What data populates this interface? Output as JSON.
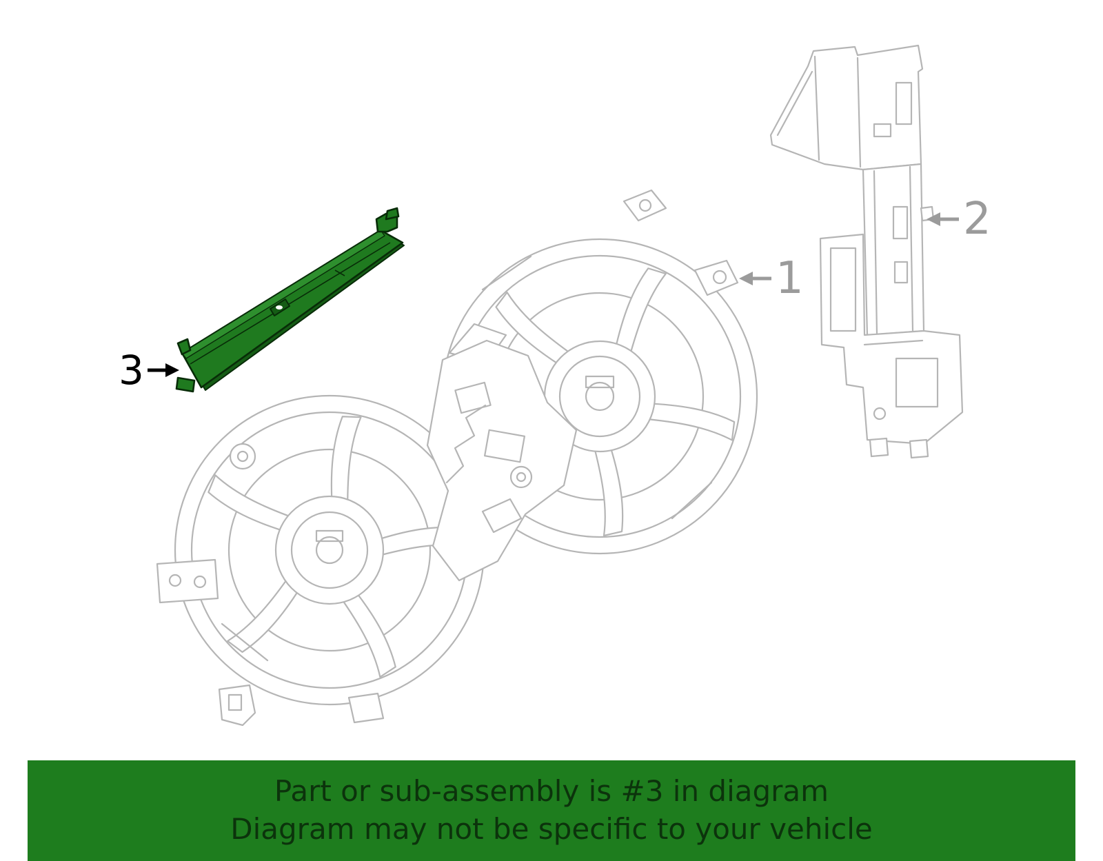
{
  "diagram": {
    "callouts": [
      {
        "label": "1"
      },
      {
        "label": "2"
      },
      {
        "label": "3"
      }
    ],
    "highlighted_part": "3"
  },
  "banner": {
    "line1": "Part or sub-assembly is #3 in diagram",
    "line2": "Diagram may not be specific to your vehicle"
  },
  "colors": {
    "banner_bg": "#1e7d1e",
    "banner_text": "#0c330c",
    "highlight_fill": "#1f7a1f",
    "highlight_shade": "#155c15",
    "highlight_top": "#2e8f2e",
    "highlight_stroke": "#082c08",
    "line": "#b5b5b5",
    "callout_gray": "#9b9b9b",
    "callout_black": "#000000"
  }
}
